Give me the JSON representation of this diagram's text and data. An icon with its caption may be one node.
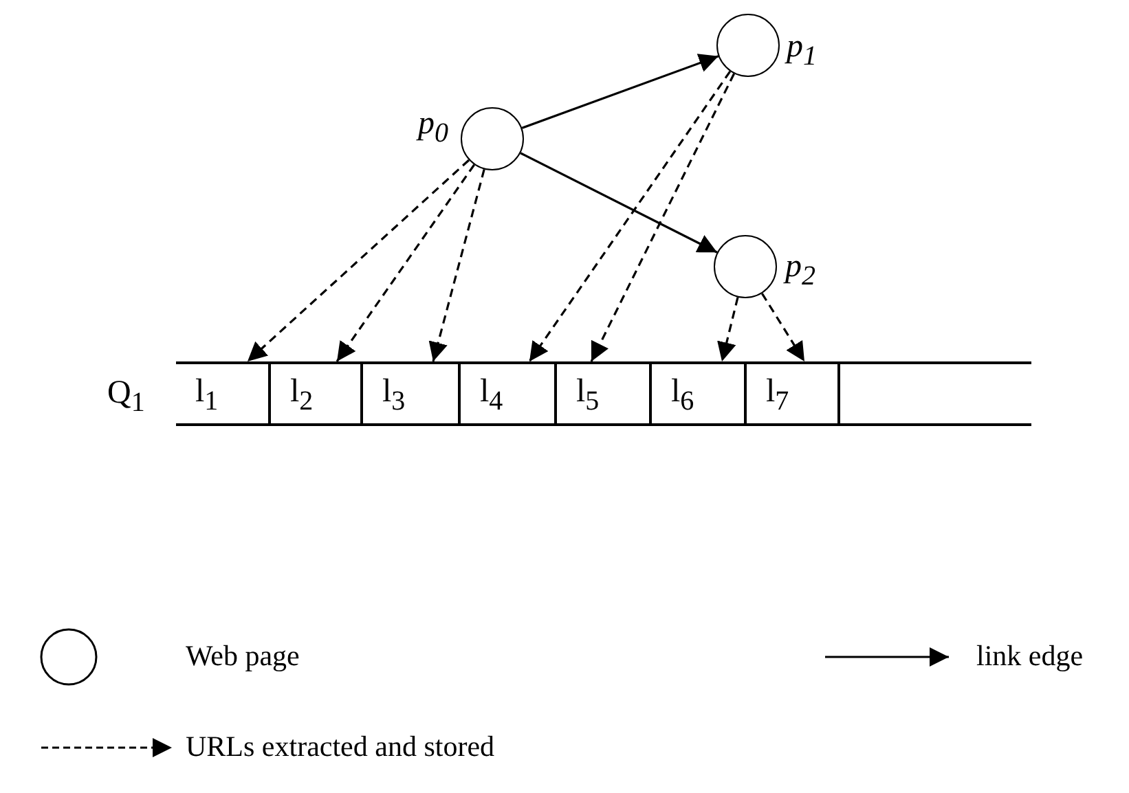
{
  "diagram": {
    "nodes": [
      {
        "text": [],
        "shape": "circle",
        "beside": [
          "p$_{0}$"
        ]
      },
      {
        "text": [],
        "shape": "circle",
        "beside": [
          "p$_{1}$"
        ]
      },
      {
        "text": [],
        "shape": "circle",
        "beside": [
          "p$_{2}$"
        ]
      },
      {
        "text": [],
        "shape": "bar",
        "beside": [
          "Q$_{1}$"
        ]
      },
      {
        "text": [
          "l$_{1}$"
        ],
        "in": 3
      },
      {
        "text": [
          "l$_{2}$"
        ],
        "in": 3
      },
      {
        "text": [
          "l$_{3}$"
        ],
        "in": 3
      },
      {
        "text": [
          "l$_{4}$"
        ],
        "in": 3
      },
      {
        "text": [
          "l$_{5}$"
        ],
        "in": 3
      },
      {
        "text": [
          "l$_{6}$"
        ],
        "in": 3
      },
      {
        "text": [
          "l$_{7}$"
        ],
        "in": 3
      }
    ],
    "edges": [
      {
        "from": 0,
        "to": 1,
        "arrow": "to"
      },
      {
        "from": 0,
        "to": 2,
        "arrow": "to"
      },
      {
        "from": 0,
        "to": 4,
        "arrow": "to",
        "style": "dashed"
      },
      {
        "from": 0,
        "to": 5,
        "arrow": "to",
        "style": "dashed"
      },
      {
        "from": 0,
        "to": 6,
        "arrow": "to",
        "style": "dashed"
      },
      {
        "from": 1,
        "to": 7,
        "arrow": "to",
        "style": "dashed"
      },
      {
        "from": 1,
        "to": 8,
        "arrow": "to",
        "style": "dashed"
      },
      {
        "from": 2,
        "to": 9,
        "arrow": "to",
        "style": "dashed"
      },
      {
        "from": 2,
        "to": 10,
        "arrow": "to",
        "style": "dashed"
      }
    ],
    "legend": [
      {
        "text": "Web page"
      },
      {
        "text": "link edge"
      },
      {
        "text": "URLs extracted and stored"
      }
    ]
  }
}
